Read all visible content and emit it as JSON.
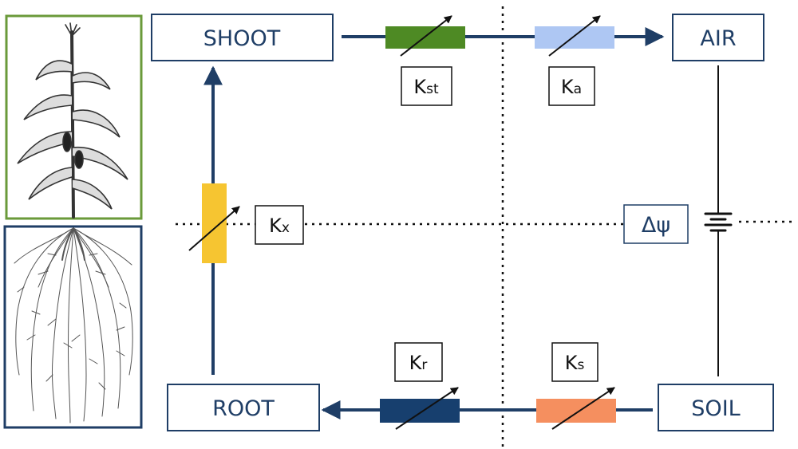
{
  "nodes": {
    "shoot": "SHOOT",
    "air": "AIR",
    "root": "ROOT",
    "soil": "SOIL"
  },
  "conductances": {
    "kst": {
      "main": "K",
      "sub": "st",
      "color": "#4e8a24"
    },
    "ka": {
      "main": "K",
      "sub": "a",
      "color": "#aec7f3"
    },
    "kx": {
      "main": "K",
      "sub": "x",
      "color": "#f6c531"
    },
    "kr": {
      "main": "K",
      "sub": "r",
      "color": "#173f6e"
    },
    "ks": {
      "main": "K",
      "sub": "s",
      "color": "#f58f5f"
    }
  },
  "potential_label": "Δψ",
  "colors": {
    "flow": "#1f3e66",
    "shoot_frame": "#6a9a3a",
    "root_frame": "#1f3e66"
  },
  "images": {
    "shoot": "maize-shoot-drawing",
    "root": "maize-root-system-drawing"
  }
}
